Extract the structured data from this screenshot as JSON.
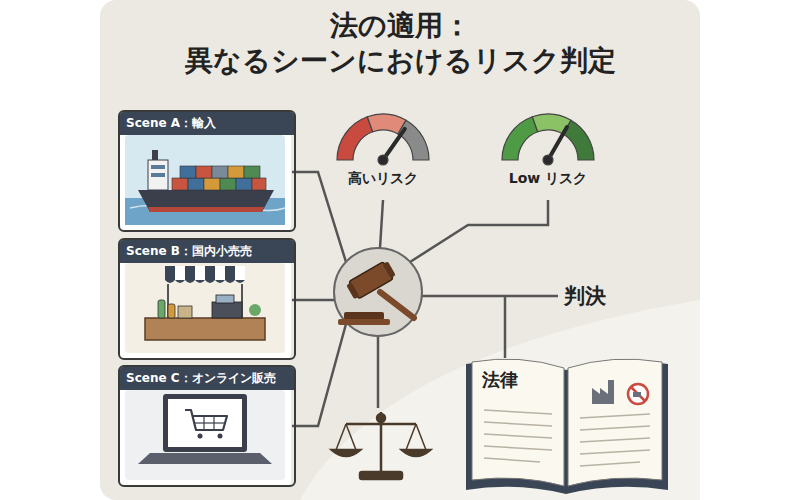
{
  "diagram": {
    "title": "法の適用： 異なるシーンにおけるリスク判定",
    "nodes": [
      {
        "text": [
          "Scene A：輸入"
        ]
      },
      {
        "text": [
          "高いリスク"
        ]
      },
      {
        "text": [
          "Low リスク"
        ]
      },
      {
        "text": [
          "Scene B：国内小売売"
        ]
      },
      {
        "text": [
          "Scene C：オンライン販売"
        ]
      },
      {
        "text": [
          "法律"
        ]
      }
    ],
    "labels": [
      "判決"
    ]
  }
}
